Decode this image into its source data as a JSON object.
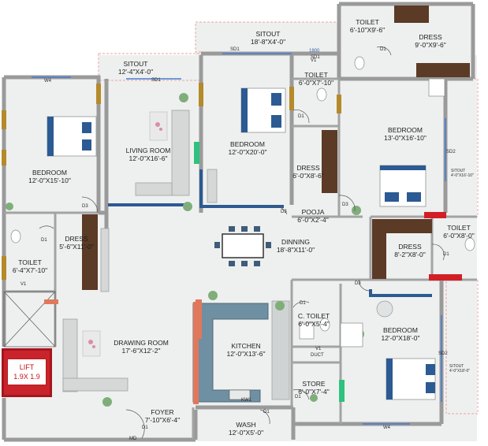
{
  "rooms": {
    "sitout_top": {
      "name": "SITOUT",
      "dim": "18'-8\"X4'-0\""
    },
    "toilet_top": {
      "name": "TOILET",
      "dim": "6'-10\"X9'-6\""
    },
    "dress_top": {
      "name": "DRESS",
      "dim": "9'-0\"X9'-6\""
    },
    "sitout_mid": {
      "name": "SITOUT",
      "dim": "12'-4\"X4'-0\""
    },
    "toilet_mid": {
      "name": "TOILET",
      "dim": "6'-0\"X7'-10\""
    },
    "living": {
      "name": "LIVING ROOM",
      "dim": "12'-0\"X16'-6\""
    },
    "bedroom_center": {
      "name": "BEDROOM",
      "dim": "12'-0\"X20'-0\""
    },
    "bedroom_right": {
      "name": "BEDROOM",
      "dim": "13'-0\"X16'-10\""
    },
    "bedroom_left": {
      "name": "BEDROOM",
      "dim": "12'-0\"X15'-10\""
    },
    "dress_center": {
      "name": "DRESS",
      "dim": "6'-0\"X8'-6\""
    },
    "pooja": {
      "name": "POOJA",
      "dim": "6'-0\"X2'-4\""
    },
    "toilet_right": {
      "name": "TOILET",
      "dim": "6'-0\"X8'-0\""
    },
    "dress_left": {
      "name": "DRESS",
      "dim": "5'-6\"X11'-0\""
    },
    "dinning": {
      "name": "DINNING",
      "dim": "18'-8\"X11'-0\""
    },
    "dress_right": {
      "name": "DRESS",
      "dim": "8'-2\"X8'-0\""
    },
    "toilet_left": {
      "name": "TOILET",
      "dim": "6'-4\"X7'-10\""
    },
    "c_toilet": {
      "name": "C. TOILET",
      "dim": "6'-0\"X5'-4\""
    },
    "drawing": {
      "name": "DRAWING ROOM",
      "dim": "17'-6\"X12'-2\""
    },
    "kitchen": {
      "name": "KITCHEN",
      "dim": "12'-0\"X13'-6\""
    },
    "bedroom_bottom": {
      "name": "BEDROOM",
      "dim": "12'-0\"X18'-0\""
    },
    "store": {
      "name": "STORE",
      "dim": "6'-0\"X7'-4\""
    },
    "foyer": {
      "name": "FOYER",
      "dim": "7'-10\"X6'-4\""
    },
    "wash": {
      "name": "WASH",
      "dim": "12'-0\"X5'-0\""
    }
  },
  "lift": {
    "name": "LIFT",
    "dim": "1.9X 1.9"
  },
  "tags": {
    "w4_top": "W4",
    "w4_bottom": "W4",
    "sd1_a": "SD1",
    "sd1_b": "SD1",
    "sd1_c": "SD1",
    "sd2_a": "SD2",
    "sd2_b": "SD2",
    "d1_a": "D1",
    "d1_b": "D1",
    "d1_c": "D1",
    "d1_d": "D1",
    "d1_e": "D1",
    "d1_f": "D1",
    "d1_g": "D1",
    "d1_h": "D1",
    "d3_a": "D3",
    "d3_b": "D3",
    "d3_c": "D3",
    "d3_d": "D3",
    "v1_a": "V1",
    "v1_b": "V1",
    "v1_c": "V1",
    "kw1": "KW1",
    "md": "MD",
    "duct": "DUCT",
    "dim_1800": "1800",
    "sitout_note_a": "SITOUT",
    "sitout_note_a_dim": "4'-0\"X16'-10\"",
    "sitout_note_b": "SITOUT",
    "sitout_note_b_dim": "4'-0\"X18'-0\""
  },
  "colors": {
    "wall": "#9c9c9c",
    "floor": "#eef0ef",
    "door_frame": "#b58a2a",
    "wardrobe": "#5b3a26",
    "counter": "#6f8fa2",
    "bed_blue": "#2c5a93",
    "accent_red": "#d21f26",
    "accent_green": "#2ec27e",
    "orange": "#e1785b"
  }
}
